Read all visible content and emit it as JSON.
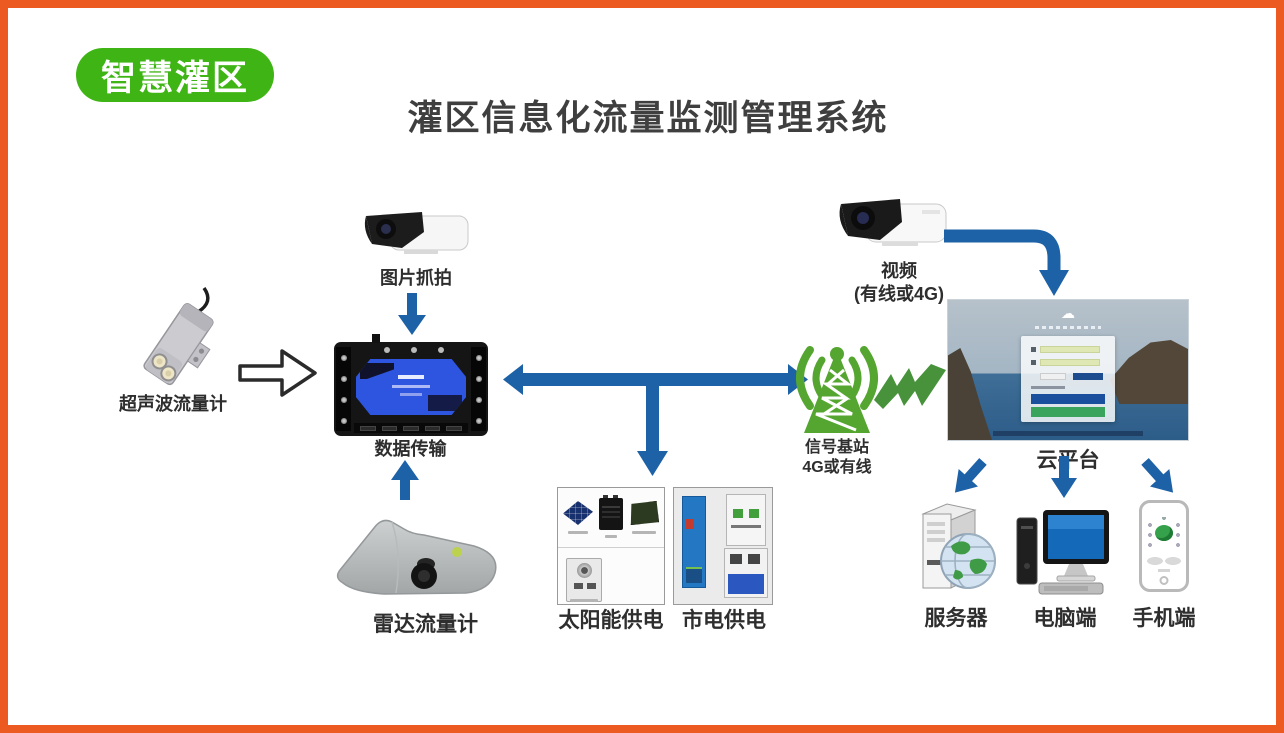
{
  "badge": {
    "label": "智慧灌区"
  },
  "title": "灌区信息化流量监测管理系统",
  "colors": {
    "frame_border": "#ed5a21",
    "badge_green": "#3eb514",
    "arrow_blue": "#1d61a7",
    "tower_green": "#55a630",
    "bolt_green": "#47923b",
    "title_text": "#3f3f3f"
  },
  "nodes": {
    "ultrasonic": {
      "label": "超声波流量计"
    },
    "capture": {
      "label": "图片抓拍"
    },
    "data_transfer": {
      "label": "数据传输"
    },
    "radar": {
      "label": "雷达流量计"
    },
    "solar": {
      "label": "太阳能供电"
    },
    "mains": {
      "label": "市电供电"
    },
    "station": {
      "label_line1": "信号基站",
      "label_line2": "4G或有线"
    },
    "video": {
      "label_line1": "视频",
      "label_line2": "(有线或4G)"
    },
    "cloud": {
      "label": "云平台"
    },
    "server": {
      "label": "服务器"
    },
    "pc": {
      "label": "电脑端"
    },
    "mobile": {
      "label": "手机端"
    }
  }
}
